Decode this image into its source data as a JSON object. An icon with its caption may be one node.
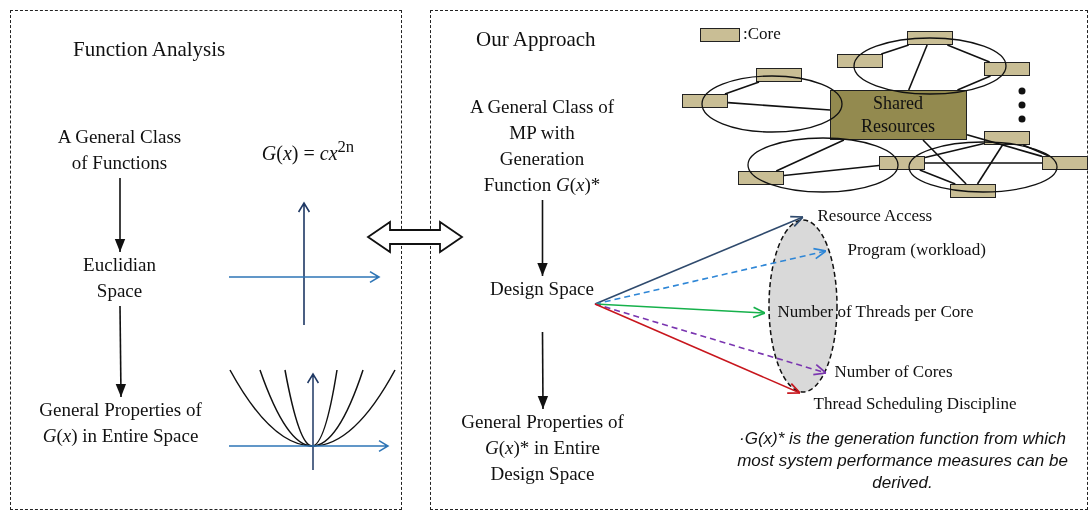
{
  "diagram": {
    "nodes": [
      {
        "text": [
          "Function Analysis"
        ]
      },
      {
        "text": [
          "A General Class of Functions"
        ],
        "in": 0
      },
      {
        "text": [
          "Euclidian Space"
        ],
        "in": 0
      },
      {
        "text": [
          "General Properties of *G*(*x*) in Entire Space"
        ],
        "in": 0
      },
      {
        "text": [
          "Our Approach"
        ]
      },
      {
        "text": [
          "A General Class of MP with Generation Function *G*(*x*)*"
        ],
        "in": 4
      },
      {
        "text": [
          "Design Space"
        ],
        "in": 4
      },
      {
        "text": [
          "General Properties of *G*(*x*)* in Entire Design Space"
        ],
        "in": 4
      },
      {
        "text": [
          "Shared Resources"
        ],
        "in": 4
      },
      {
        "text": [],
        "shape": "box",
        "in": 4
      },
      {
        "text": [],
        "shape": "box",
        "in": 4
      },
      {
        "text": [],
        "shape": "box",
        "in": 4
      },
      {
        "text": [],
        "shape": "box",
        "in": 4
      },
      {
        "text": [],
        "shape": "box",
        "in": 4
      },
      {
        "text": [],
        "shape": "box",
        "in": 4
      },
      {
        "text": [],
        "shape": "box",
        "in": 4
      },
      {
        "text": [],
        "shape": "box",
        "in": 4
      },
      {
        "text": [],
        "shape": "box",
        "in": 4
      },
      {
        "text": [],
        "shape": "box",
        "in": 4
      },
      {
        "text": [
          "Resource Access"
        ],
        "in": 4
      },
      {
        "text": [
          "Program (workload)"
        ],
        "in": 4
      },
      {
        "text": [
          "Number of Threads per Core"
        ],
        "in": 4
      },
      {
        "text": [
          "Number of Cores"
        ],
        "in": 4
      },
      {
        "text": [
          "Thread Scheduling Discipline"
        ],
        "in": 4
      }
    ],
    "edges": [
      {
        "from": 1,
        "to": 2,
        "arrow": "to"
      },
      {
        "from": 2,
        "to": 3,
        "arrow": "to"
      },
      {
        "from": 0,
        "to": 4,
        "arrow": "both",
        "style": "thick"
      },
      {
        "from": 5,
        "to": 6,
        "arrow": "to"
      },
      {
        "from": 6,
        "to": 7,
        "arrow": "to"
      },
      {
        "from": 10,
        "to": 9,
        "arrow": "none"
      },
      {
        "from": 9,
        "to": 11,
        "arrow": "none"
      },
      {
        "from": 9,
        "to": 8,
        "arrow": "none"
      },
      {
        "from": 11,
        "to": 8,
        "arrow": "none"
      },
      {
        "from": 13,
        "to": 12,
        "arrow": "none"
      },
      {
        "from": 13,
        "to": 8,
        "arrow": "none"
      },
      {
        "from": 8,
        "to": 17,
        "arrow": "none"
      },
      {
        "from": 17,
        "to": 15,
        "arrow": "none"
      },
      {
        "from": 8,
        "to": 18,
        "arrow": "none"
      },
      {
        "from": 8,
        "to": 16,
        "arrow": "none"
      },
      {
        "from": 15,
        "to": 16,
        "arrow": "none"
      },
      {
        "from": 15,
        "to": 14,
        "arrow": "none"
      },
      {
        "from": 15,
        "to": 18,
        "arrow": "none"
      },
      {
        "from": 14,
        "to": 18,
        "arrow": "none"
      },
      {
        "from": 14,
        "to": 16,
        "arrow": "none"
      },
      {
        "from": 6,
        "to": 19,
        "arrow": "to",
        "color": "#2f4a6d"
      },
      {
        "from": 6,
        "to": 20,
        "arrow": "to",
        "style": "dashed",
        "color": "#2e86d6"
      },
      {
        "from": 6,
        "to": 21,
        "arrow": "to",
        "color": "#16b14b"
      },
      {
        "from": 6,
        "to": 22,
        "arrow": "to",
        "style": "dashed",
        "color": "#7a35b0"
      },
      {
        "from": 6,
        "to": 23,
        "arrow": "to",
        "color": "#c8161d"
      }
    ],
    "labels": [
      "*G*(*x*) = *cx*$^{2n}$",
      "·G(x)* is the generation function from which most system performance measures can be derived."
    ],
    "legend": [
      {
        "text": ":Core",
        "color": "#c9be95"
      }
    ]
  }
}
